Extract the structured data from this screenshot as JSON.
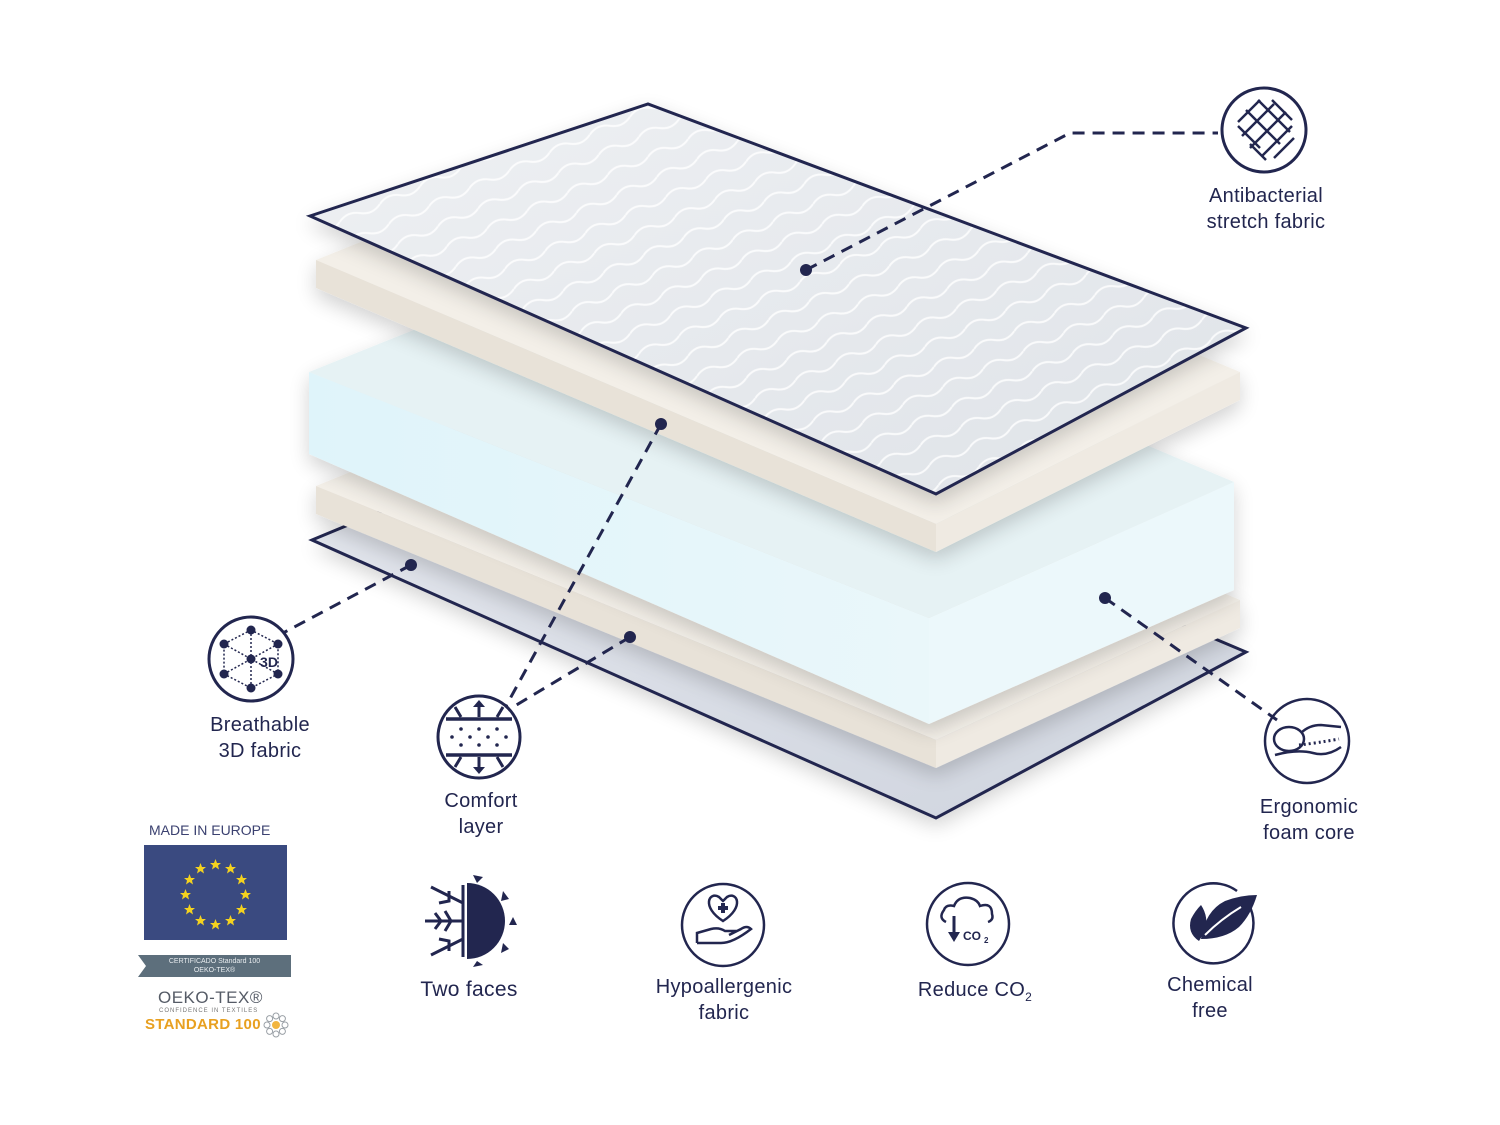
{
  "diagram": {
    "type": "exploded mattress layers",
    "layers": [
      {
        "id": "top-cover",
        "name": "Antibacterial stretch fabric"
      },
      {
        "id": "top-comfort",
        "name": "Comfort layer"
      },
      {
        "id": "foam-core",
        "name": "Ergonomic foam core"
      },
      {
        "id": "bottom-comfort",
        "name": "Comfort layer"
      },
      {
        "id": "bottom-cover",
        "name": "Breathable 3D fabric"
      }
    ]
  },
  "callouts": {
    "antibacterial": {
      "line1": "Antibacterial",
      "line2": "stretch fabric",
      "icon": "woven-fabric-icon"
    },
    "breathable": {
      "line1": "Breathable",
      "line2": "3D fabric",
      "icon": "3d-mesh-icon",
      "icon_text": "3D"
    },
    "comfort": {
      "line1": "Comfort",
      "line2": "layer",
      "icon": "comfort-layer-icon"
    },
    "ergonomic": {
      "line1": "Ergonomic",
      "line2": "foam core",
      "icon": "sleeping-body-icon"
    }
  },
  "features": [
    {
      "id": "two-faces",
      "line1": "Two faces",
      "line2": "",
      "icon": "snowflake-sun-icon"
    },
    {
      "id": "hypoallergenic",
      "line1": "Hypoallergenic",
      "line2": "fabric",
      "icon": "heart-hand-icon"
    },
    {
      "id": "reduce-co2",
      "line1": "Reduce CO",
      "sub": "2",
      "icon": "cloud-co2-icon",
      "icon_text": "CO2"
    },
    {
      "id": "chemical-free",
      "line1": "Chemical",
      "line2": "free",
      "icon": "leaf-icon"
    }
  ],
  "badges": {
    "made_in": "MADE IN EUROPE",
    "cert_line1": "CERTIFICADO Standard 100",
    "cert_line2": "OEKO-TEX®",
    "oeko_name": "OEKO-TEX®",
    "oeko_sub": "CONFIDENCE IN TEXTILES",
    "oeko_std": "STANDARD 100"
  },
  "colors": {
    "navy": "#22264f",
    "fabric": "#e9ecef",
    "comfort": "#ece6dd",
    "foam": "#e2f5fa",
    "eu_blue": "#3a4a80",
    "eu_star": "#f4d21f",
    "oeko_orange": "#e8a020"
  }
}
